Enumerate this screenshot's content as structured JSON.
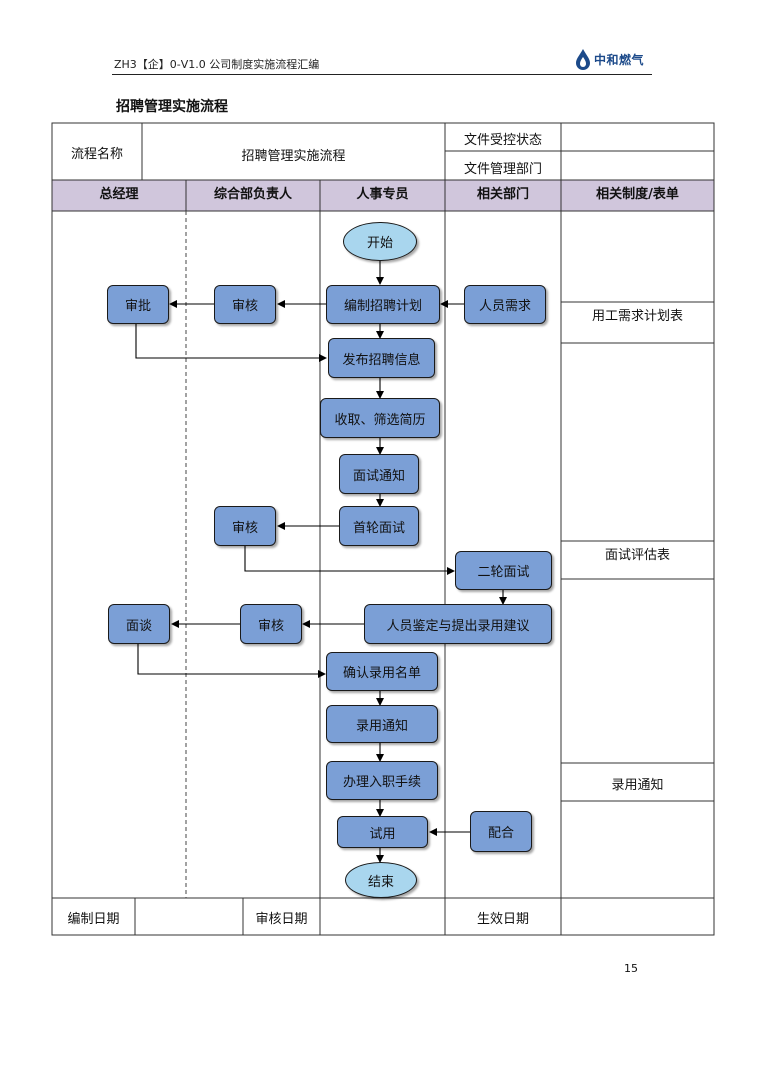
{
  "header": {
    "doc_code": "ZH3【企】0-V1.0 公司制度实施流程汇编",
    "logo_text": "中和燃气"
  },
  "doc_title": "招聘管理实施流程",
  "table": {
    "label_process_name": "流程名称",
    "process_name": "招聘管理实施流程",
    "label_control_status": "文件受控状态",
    "label_mgmt_dept": "文件管理部门"
  },
  "lanes": [
    "总经理",
    "综合部负责人",
    "人事专员",
    "相关部门",
    "相关制度/表单"
  ],
  "forms": {
    "plan_form": "用工需求计划表",
    "interview_form": "面试评估表",
    "hire_notice": "录用通知"
  },
  "nodes": {
    "start": "开始",
    "approve": "审批",
    "review1": "审核",
    "make_plan": "编制招聘计划",
    "demand": "人员需求",
    "publish": "发布招聘信息",
    "screen": "收取、筛选简历",
    "notify": "面试通知",
    "first_interview": "首轮面试",
    "review2": "审核",
    "second_interview": "二轮面试",
    "talk": "面谈",
    "review3": "审核",
    "assess": "人员鉴定与提出录用建议",
    "confirm": "确认录用名单",
    "hire_notify": "录用通知",
    "onboard": "办理入职手续",
    "trial": "试用",
    "cooperate": "配合",
    "end": "结束"
  },
  "footer": {
    "compile_date": "编制日期",
    "review_date": "审核日期",
    "effective_date": "生效日期"
  },
  "page_number": "15"
}
